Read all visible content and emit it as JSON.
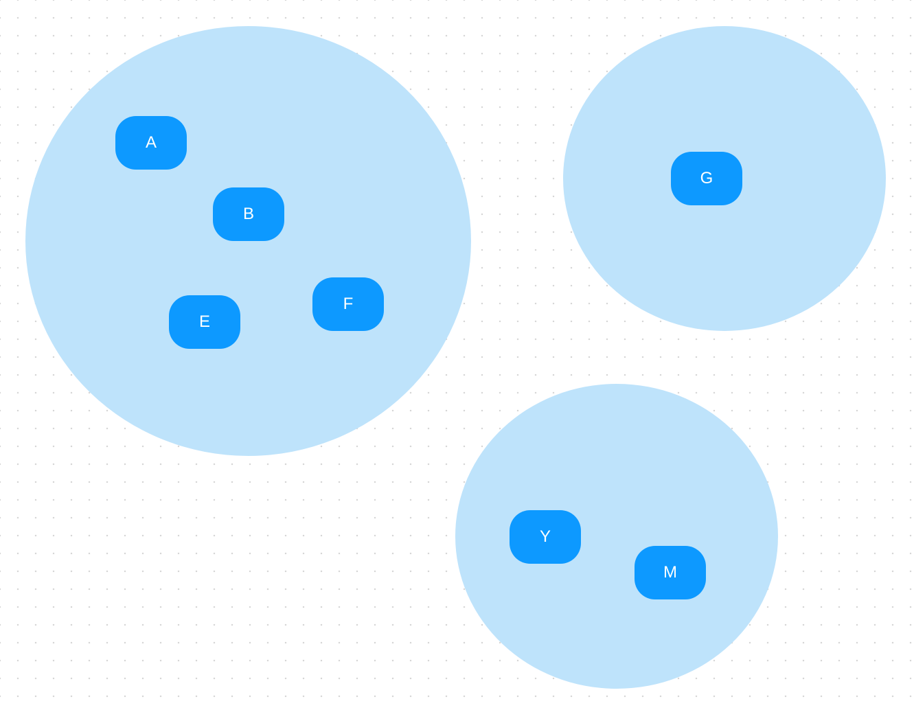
{
  "colors": {
    "group_fill": "#bee3fb",
    "node_fill": "#0d99ff",
    "node_text": "#ffffff",
    "grid_dot": "#d6d6d6"
  },
  "groups": [
    {
      "nodes": [
        {
          "label": "A"
        },
        {
          "label": "B"
        },
        {
          "label": "E"
        },
        {
          "label": "F"
        }
      ]
    },
    {
      "nodes": [
        {
          "label": "G"
        }
      ]
    },
    {
      "nodes": [
        {
          "label": "Y"
        },
        {
          "label": "M"
        }
      ]
    }
  ]
}
